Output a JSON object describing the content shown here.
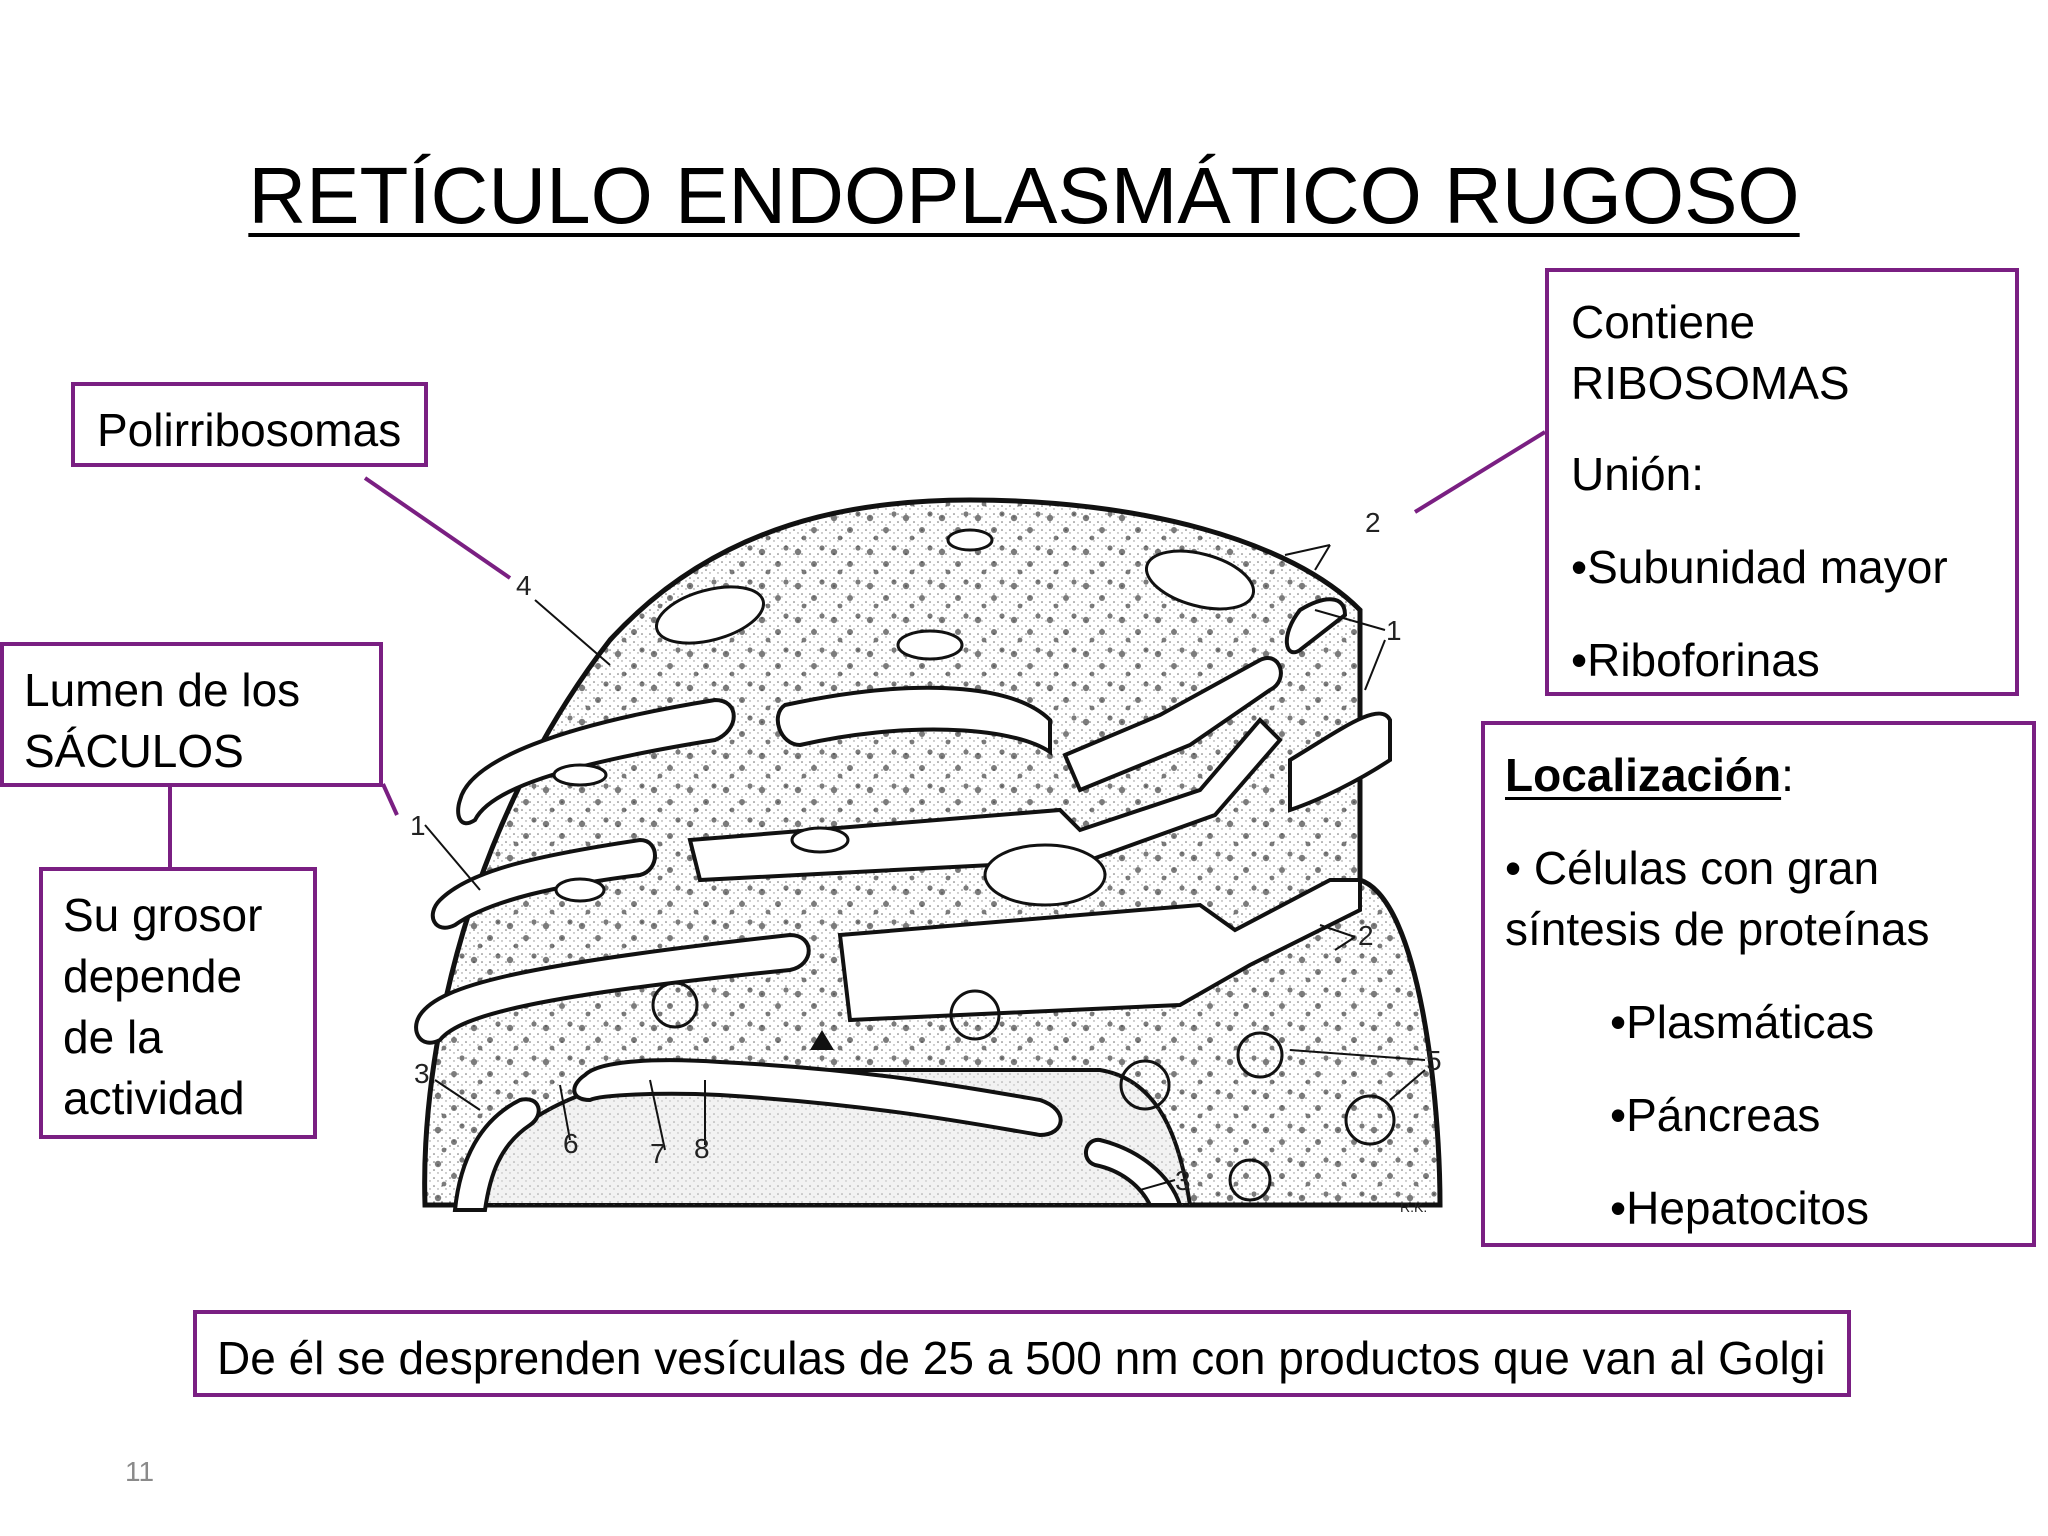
{
  "title": "RETÍCULO ENDOPLASMÁTICO RUGOSO",
  "labels": {
    "polirribosomas": "Polirribosomas",
    "lumen_line1": "Lumen de los",
    "lumen_line2": "SÁCULOS",
    "grosor_line1": "Su grosor",
    "grosor_line2": "depende",
    "grosor_line3": "de la",
    "grosor_line4": "actividad"
  },
  "ribosomas_box": {
    "line1": "Contiene",
    "line2": "RIBOSOMAS",
    "union": "Unión:",
    "item1": "•Subunidad mayor",
    "item2": "•Riboforinas"
  },
  "localizacion_box": {
    "heading": "Localización",
    "colon": ":",
    "bullet_line1": "• Células con gran",
    "bullet_line2": "síntesis de proteínas",
    "item1": "•Plasmáticas",
    "item2": "•Páncreas",
    "item3": "•Hepatocitos"
  },
  "bottom_note": "De él se desprenden vesículas de 25 a 500 nm con productos que van al Golgi",
  "page_number": "11",
  "figure_numbers": {
    "n1": "1",
    "n2": "2",
    "n3": "3",
    "n4": "4",
    "n5": "5",
    "n6": "6",
    "n7": "7",
    "n8": "8",
    "signature": "R.K."
  },
  "colors": {
    "box_border": "#7a1f82",
    "text": "#000000"
  }
}
